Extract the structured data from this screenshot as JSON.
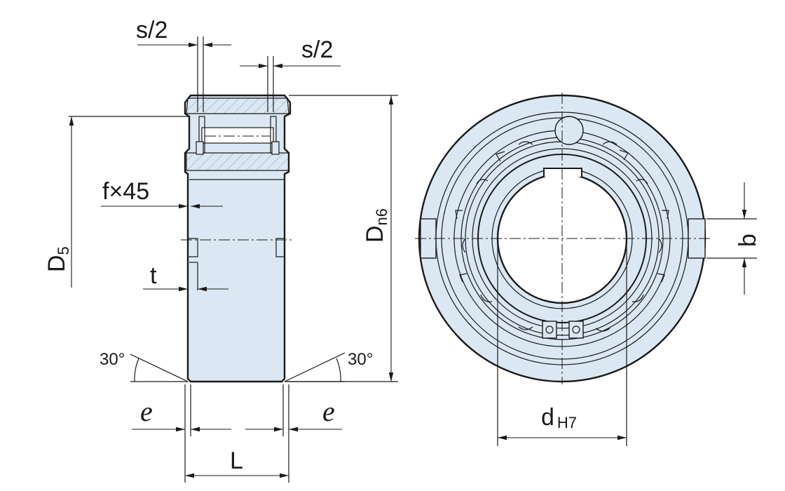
{
  "figure": {
    "type": "technical drawing",
    "accent_fill": "#dbe8f3",
    "line_color": "#1a1a1a"
  },
  "side_view": {
    "labels": {
      "s_half_left": "s/2",
      "s_half_right": "s/2",
      "chamfer": "f×45",
      "D5_main": "D",
      "D5_sub": "5",
      "t": "t",
      "Dn6_main": "D",
      "Dn6_sub": "n6",
      "angle_left": "30°",
      "angle_right": "30°",
      "e_left": "e",
      "e_right": "e",
      "length": "L"
    }
  },
  "front_view": {
    "labels": {
      "keyway_width": "b",
      "bore_main": "d",
      "bore_sub": "H7"
    }
  }
}
